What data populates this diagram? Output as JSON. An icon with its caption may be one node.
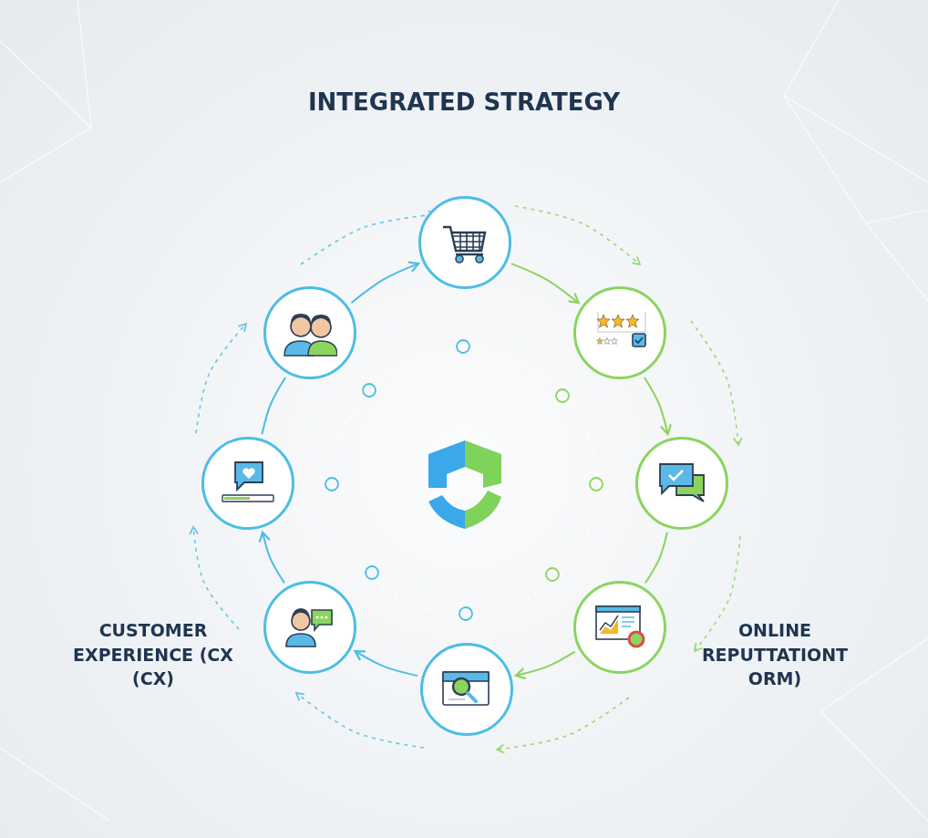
{
  "diagram": {
    "title": "INTEGRATED STRATEGY",
    "nodes": [
      {
        "text": [],
        "shape": "circle"
      },
      {
        "text": [],
        "shape": "circle"
      },
      {
        "text": [],
        "shape": "circle"
      },
      {
        "text": [],
        "shape": "circle"
      },
      {
        "text": [],
        "shape": "circle"
      },
      {
        "text": [],
        "shape": "circle"
      },
      {
        "text": [],
        "shape": "circle"
      },
      {
        "text": [],
        "shape": "circle"
      }
    ],
    "edges": [
      {
        "from": 7,
        "to": 0,
        "arrow": "to"
      },
      {
        "from": 0,
        "to": 1,
        "arrow": "to",
        "color": "#8bd45e"
      },
      {
        "from": 1,
        "to": 2,
        "arrow": "to",
        "color": "#8bd45e"
      },
      {
        "from": 2,
        "to": 3,
        "arrow": "none",
        "color": "#8bd45e"
      },
      {
        "from": 3,
        "to": 4,
        "arrow": "to",
        "color": "#8bd45e"
      },
      {
        "from": 4,
        "to": 5,
        "arrow": "to"
      },
      {
        "from": 5,
        "to": 6,
        "arrow": "to"
      },
      {
        "from": 6,
        "to": 7,
        "arrow": "none"
      }
    ],
    "labels": [
      "CUSTOMER EXPERIENCE (CX (CX)",
      "ONLINE REPUTTATIONT ORM)"
    ]
  }
}
